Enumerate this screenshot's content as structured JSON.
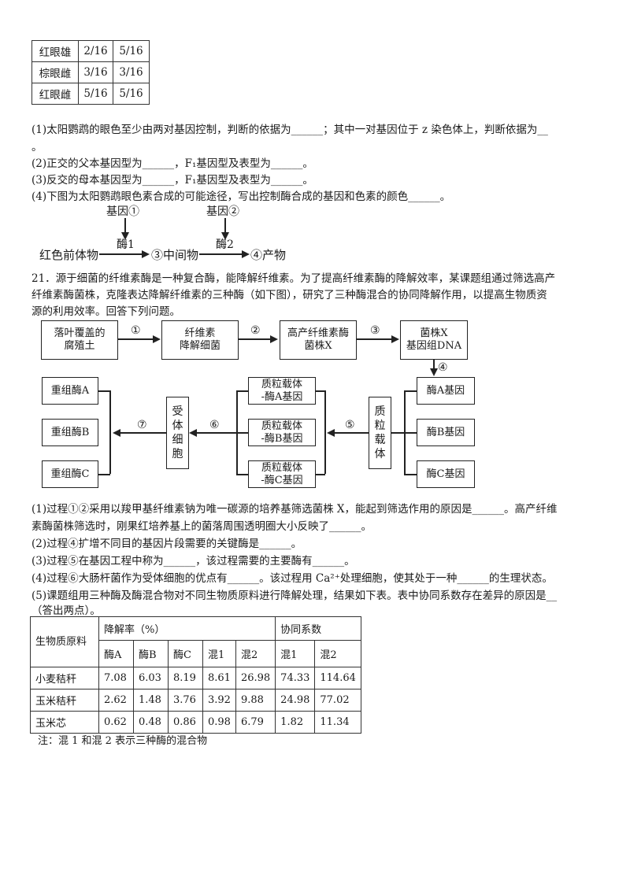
{
  "top_table": {
    "rows": [
      [
        "红眼雄",
        "2/16",
        "5/16"
      ],
      [
        "棕眼雌",
        "3/16",
        "3/16"
      ],
      [
        "红眼雌",
        "5/16",
        "5/16"
      ]
    ]
  },
  "q20": {
    "p1a": "(1)太阳鹦鹉的眼色至少由两对基因控制，判断的依据为______；其中一对基因位于 z 染色体上，判断依据为__",
    "p1b": "。",
    "p2": "(2)正交的父本基因型为______，F₁基因型及表型为______。",
    "p3": "(3)反交的母本基因型为______，F₁基因型及表型为______。",
    "p4": "(4)下图为太阳鹦鹉眼色素合成的可能途径，写出控制酶合成的基因和色素的颜色______。"
  },
  "pathway": {
    "gene1": "基因①",
    "gene2": "基因②",
    "enzyme1": "酶1",
    "enzyme2": "酶2",
    "precursor": "红色前体物",
    "intermediate": "③中间物",
    "product": "④产物"
  },
  "q21": {
    "intro1": "21．源于细菌的纤维素酶是一种复合酶，能降解纤维素。为了提高纤维素酶的降解效率，某课题组通过筛选高产",
    "intro2": "纤维素酶菌株，克隆表达降解纤维素的三种酶（如下图），研究了三种酶混合的协同降解作用，以提高生物质资",
    "intro3": "源的利用效率。回答下列问题。"
  },
  "flow": {
    "box_soil": [
      "落叶覆盖的",
      "腐殖土"
    ],
    "box_bacteria": [
      "纤维素",
      "降解细菌"
    ],
    "box_strain": [
      "高产纤维素酶",
      "菌株X"
    ],
    "box_dna": [
      "菌株X",
      "基因组DNA"
    ],
    "step1": "①",
    "step2": "②",
    "step3": "③",
    "step4": "④",
    "step5": "⑤",
    "step6": "⑥",
    "step7": "⑦",
    "gene_a": "酶A基因",
    "gene_b": "酶B基因",
    "gene_c": "酶C基因",
    "plasmid": "质\n粒\n载\n体",
    "vec_a": [
      "质粒载体",
      "-酶A基因"
    ],
    "vec_b": [
      "质粒载体",
      "-酶B基因"
    ],
    "vec_c": [
      "质粒载体",
      "-酶C基因"
    ],
    "host": "受\n体\n细\n胞",
    "rec_a": "重组酶A",
    "rec_b": "重组酶B",
    "rec_c": "重组酶C"
  },
  "questions": {
    "q1a": "(1)过程①②采用以羧甲基纤维素钠为唯一碳源的培养基筛选菌株 X，能起到筛选作用的原因是______。高产纤维",
    "q1b": "素酶菌株筛选时，刚果红培养基上的菌落周围透明圈大小反映了______。",
    "q2": "(2)过程④扩增不同目的基因片段需要的关键酶是______。",
    "q3": "(3)过程⑤在基因工程中称为______，该过程需要的主要酶有______。",
    "q4": "(4)过程⑥大肠杆菌作为受体细胞的优点有______。该过程用 Ca²⁺处理细胞，使其处于一种______的生理状态。",
    "q5a": "(5)课题组用三种酶及酶混合物对不同生物质原料进行降解处理，结果如下表。表中协同系数存在差异的原因是__",
    "q5b": "（答出两点）。"
  },
  "data_table": {
    "col_material": "生物质原料",
    "group_rate": "降解率（%）",
    "group_coef": "协同系数",
    "sub_headers": [
      "酶A",
      "酶B",
      "酶C",
      "混1",
      "混2",
      "混1",
      "混2"
    ],
    "rows": [
      {
        "name": "小麦秸秆",
        "values": [
          "7.08",
          "6.03",
          "8.19",
          "8.61",
          "26.98",
          "74.33",
          "114.64"
        ]
      },
      {
        "name": "玉米秸秆",
        "values": [
          "2.62",
          "1.48",
          "3.76",
          "3.92",
          "9.88",
          "24.98",
          "77.02"
        ]
      },
      {
        "name": "玉米芯",
        "values": [
          "0.62",
          "0.48",
          "0.86",
          "0.98",
          "6.79",
          "1.82",
          "11.34"
        ]
      }
    ],
    "note": "注：混 1 和混 2 表示三种酶的混合物"
  }
}
